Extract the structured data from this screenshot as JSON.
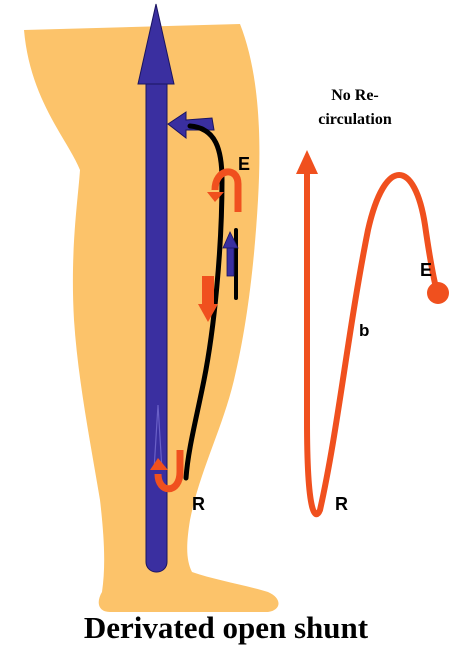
{
  "colors": {
    "leg": "#FCC36A",
    "deep_vein": "#3A2FA0",
    "deep_vein_dark": "#1A1460",
    "superficial_vein": "#000000",
    "flow_arrow": "#F0501E",
    "background": "#FFFFFF"
  },
  "labels": {
    "leg_escape_point": "E",
    "leg_reentry_point": "R",
    "curve_escape_point": "E",
    "curve_reentry_point": "R",
    "curve_segment": "b",
    "annotation_line1": "No Re-",
    "annotation_line2": "circulation",
    "caption": "Derivated  open shunt"
  },
  "icons": {
    "deep_vein": "blue-upward-arrow-icon",
    "superficial_flow": "red-downward-arrow-icon",
    "escape_turn": "red-u-turn-arrow-icon",
    "reentry_turn": "red-u-turn-arrow-icon",
    "small_reflux": "small-blue-up-arrow-icon"
  }
}
